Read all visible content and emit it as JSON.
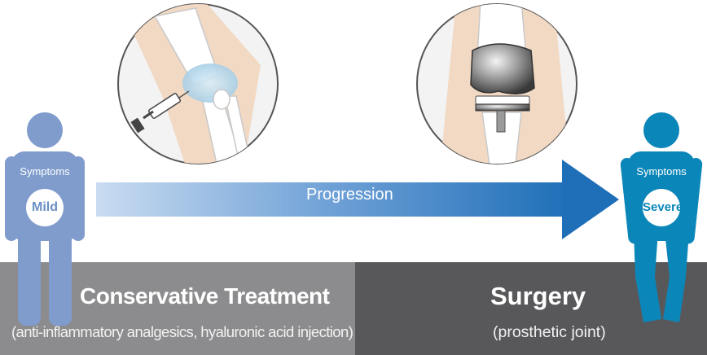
{
  "figure": {
    "left_person": {
      "caption": "Symptoms",
      "badge": "Mild",
      "color": "#7f9ccc"
    },
    "right_person": {
      "caption": "Symptoms",
      "badge": "Severe",
      "color": "#0b86b8"
    },
    "arrow": {
      "label": "Progression",
      "color_start": "#bcd3ee",
      "color_end": "#1f6fb8"
    },
    "left_illustration": {
      "icon": "knee-injection-icon"
    },
    "right_illustration": {
      "icon": "prosthetic-knee-icon"
    },
    "bottom_left": {
      "title": "Conservative Treatment",
      "subtitle": "(anti-inflammatory analgesics, hyaluronic acid injection)",
      "color": "#8c8c8e"
    },
    "bottom_right": {
      "title": "Surgery",
      "subtitle": "(prosthetic joint)",
      "color": "#58585b"
    }
  }
}
